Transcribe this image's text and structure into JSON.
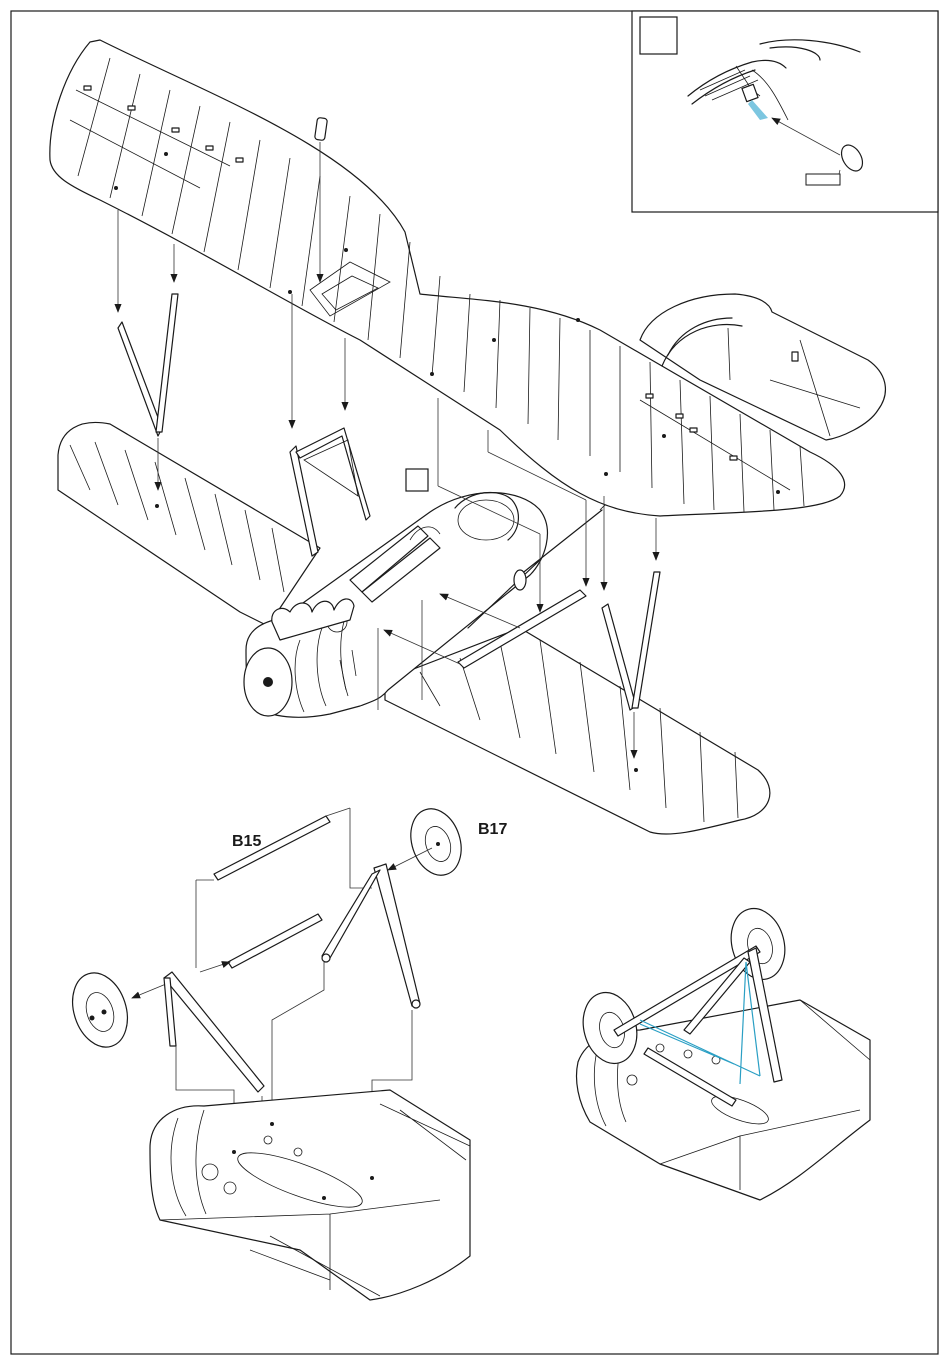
{
  "labels": {
    "part_b15": "B15",
    "part_b17": "B17"
  },
  "colors": {
    "line": "#1a1a1a",
    "accent_rigging": "#2a9fc4",
    "paper": "#ffffff"
  },
  "icons": {
    "inset_step_box": "empty-square",
    "fuselage_step_box": "empty-square",
    "inset_part_tag": "empty-rectangle",
    "arrows": "filled-arrowhead"
  }
}
